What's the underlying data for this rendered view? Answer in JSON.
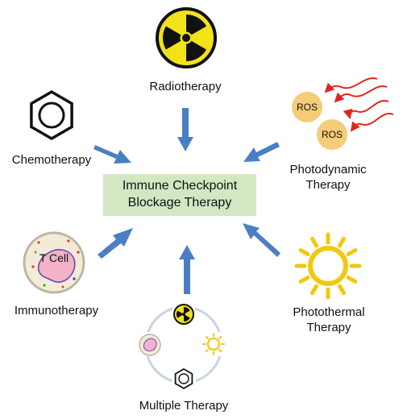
{
  "center": {
    "line1": "Immune Checkpoint",
    "line2": "Blockage Therapy"
  },
  "therapies": {
    "radiotherapy": {
      "label": "Radiotherapy",
      "icon": "radiation-icon"
    },
    "chemotherapy": {
      "label": "Chemotherapy",
      "icon": "benzene-ring-icon"
    },
    "photodynamic": {
      "label_line1": "Photodynamic",
      "label_line2": "Therapy",
      "icon": "ros-icon",
      "ros_labels": [
        "ROS",
        "ROS"
      ]
    },
    "immunotherapy": {
      "label": "Immunotherapy",
      "icon": "t-cell-icon",
      "cell_label": "T Cell"
    },
    "photothermal": {
      "label_line1": "Photothermal",
      "label_line2": "Therapy",
      "icon": "sun-icon"
    },
    "multiple": {
      "label": "Multiple Therapy",
      "icon": "multiple-therapy-icon"
    }
  },
  "colors": {
    "arrow": "#4a7fc4",
    "center_box": "#d3e7c3",
    "radiation_yellow": "#f2e21a",
    "ros_orange": "#f5cc78",
    "ros_arrows": "#e0261b",
    "sun_yellow": "#f2c80f",
    "cell_fill": "#f3ead8",
    "nucleus": "#f2b3c9"
  }
}
